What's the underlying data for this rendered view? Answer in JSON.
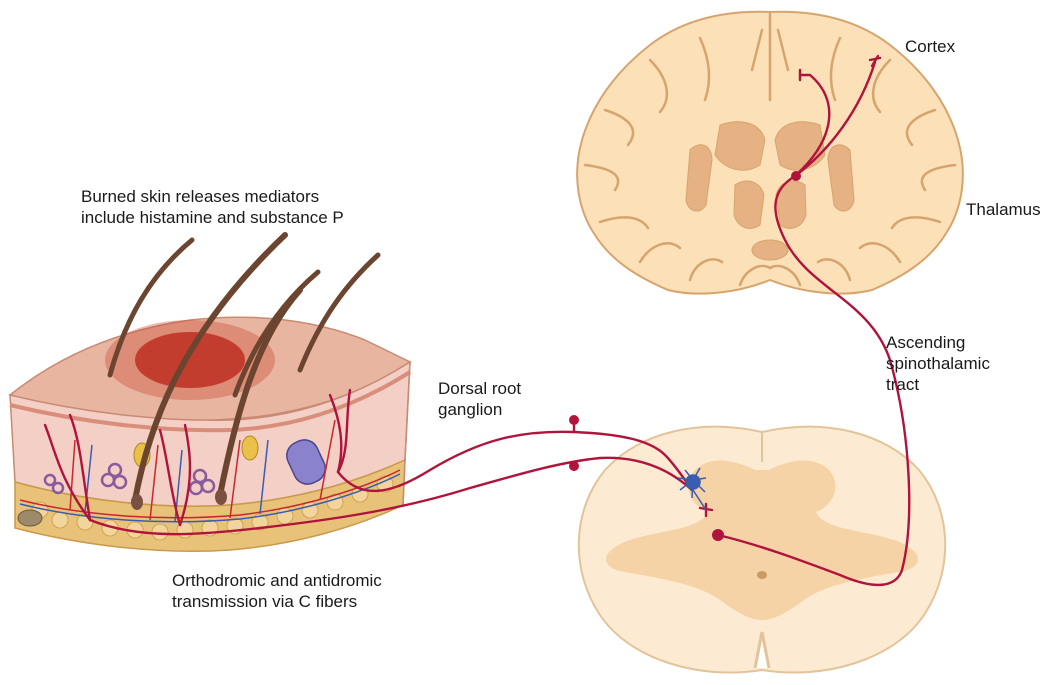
{
  "labels": {
    "cortex": "Cortex",
    "thalamus": "Thalamus",
    "burned_skin_line1": "Burned skin releases mediators",
    "burned_skin_line2": "include histamine and substance P",
    "dorsal_root_line1": "Dorsal root",
    "dorsal_root_line2": "ganglion",
    "ascending_line1": "Ascending",
    "ascending_line2": "spinothalamic",
    "ascending_line3": "tract",
    "transmission_line1": "Orthodromic and antidromic",
    "transmission_line2": "transmission via C fibers"
  },
  "colors": {
    "nerve": "#b0143c",
    "brain_fill": "#fbe0b8",
    "brain_outline": "#d7a46e",
    "gray_matter": "#e6b183",
    "spinal_fill": "#fcebd2",
    "spinal_gray": "#f6d3a6",
    "skin_surface": "#e8b6a0",
    "burn": "#b8281c",
    "dermis": "#f3cfc5",
    "fat": "#e9c27a",
    "hair": "#6b4530",
    "neuron": "#3a5db0"
  }
}
